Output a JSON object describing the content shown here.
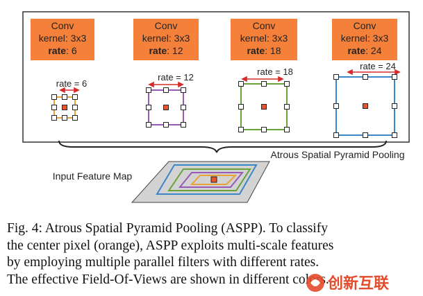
{
  "convs": [
    {
      "title": "Conv",
      "kernel": "kernel: 3x3",
      "rate_label": "rate",
      "rate_value": ": 6"
    },
    {
      "title": "Conv",
      "kernel": "kernel: 3x3",
      "rate_label": "rate",
      "rate_value": ": 12"
    },
    {
      "title": "Conv",
      "kernel": "kernel: 3x3",
      "rate_label": "rate",
      "rate_value": ": 18"
    },
    {
      "title": "Conv",
      "kernel": "kernel: 3x3",
      "rate_label": "rate",
      "rate_value": ": 24"
    }
  ],
  "filters": [
    {
      "label": "rate = 6",
      "color": "#e8a23a"
    },
    {
      "label": "rate = 12",
      "color": "#9b59b6"
    },
    {
      "label": "rate = 18",
      "color": "#6aa23a"
    },
    {
      "label": "rate = 24",
      "color": "#3a86c8"
    }
  ],
  "aspp_label": "Atrous Spatial Pyramid Pooling",
  "input_label": "Input Feature Map",
  "caption": [
    "Fig. 4: Atrous Spatial Pyramid Pooling (ASPP). To classify",
    "the center pixel (orange), ASPP exploits multi-scale features",
    "by employing multiple parallel filters with different rates.",
    "The effective Field-Of-Views are shown in different colors."
  ],
  "colors": {
    "conv_box": "#f5803a",
    "arrow": "#d62b2b",
    "center_pixel": "#e8552b",
    "plane": "#d3d3d3",
    "watermark": "#e34b2b"
  },
  "watermark_text": "创新互联"
}
